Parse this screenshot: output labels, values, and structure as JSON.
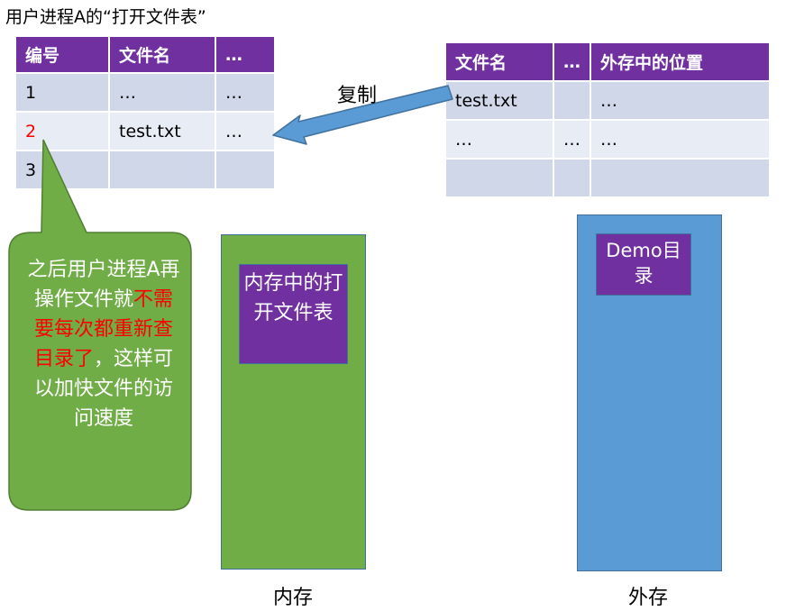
{
  "title": "用户进程A的“打开文件表”",
  "open_table": {
    "headers": [
      "编号",
      "文件名",
      "…"
    ],
    "rows": [
      [
        "1",
        "…",
        "…"
      ],
      [
        "2",
        "test.txt",
        "…"
      ],
      [
        "3",
        "",
        ""
      ]
    ]
  },
  "dir_table": {
    "headers": [
      "文件名",
      "…",
      "外存中的位置"
    ],
    "rows": [
      [
        "test.txt",
        "",
        "…"
      ],
      [
        "…",
        "…",
        "…"
      ],
      [
        "",
        "",
        ""
      ]
    ]
  },
  "copy_label": "复制",
  "callout": {
    "part1": "之后用户进程A再操作文件就",
    "part2": "不需要每次都重新查目录了",
    "part3": "，这样可以加快文件的访问速度"
  },
  "memory": {
    "inner_label": "内存中的打开文件表",
    "caption": "内存"
  },
  "external": {
    "inner_label": "Demo目录",
    "caption": "外存"
  },
  "colors": {
    "header_purple": "#7030a0",
    "row_dark": "#cfd7e9",
    "row_light": "#e8ecf5",
    "memory_green": "#70ad47",
    "external_blue": "#5b9bd5",
    "highlight_red": "#ff0000"
  }
}
